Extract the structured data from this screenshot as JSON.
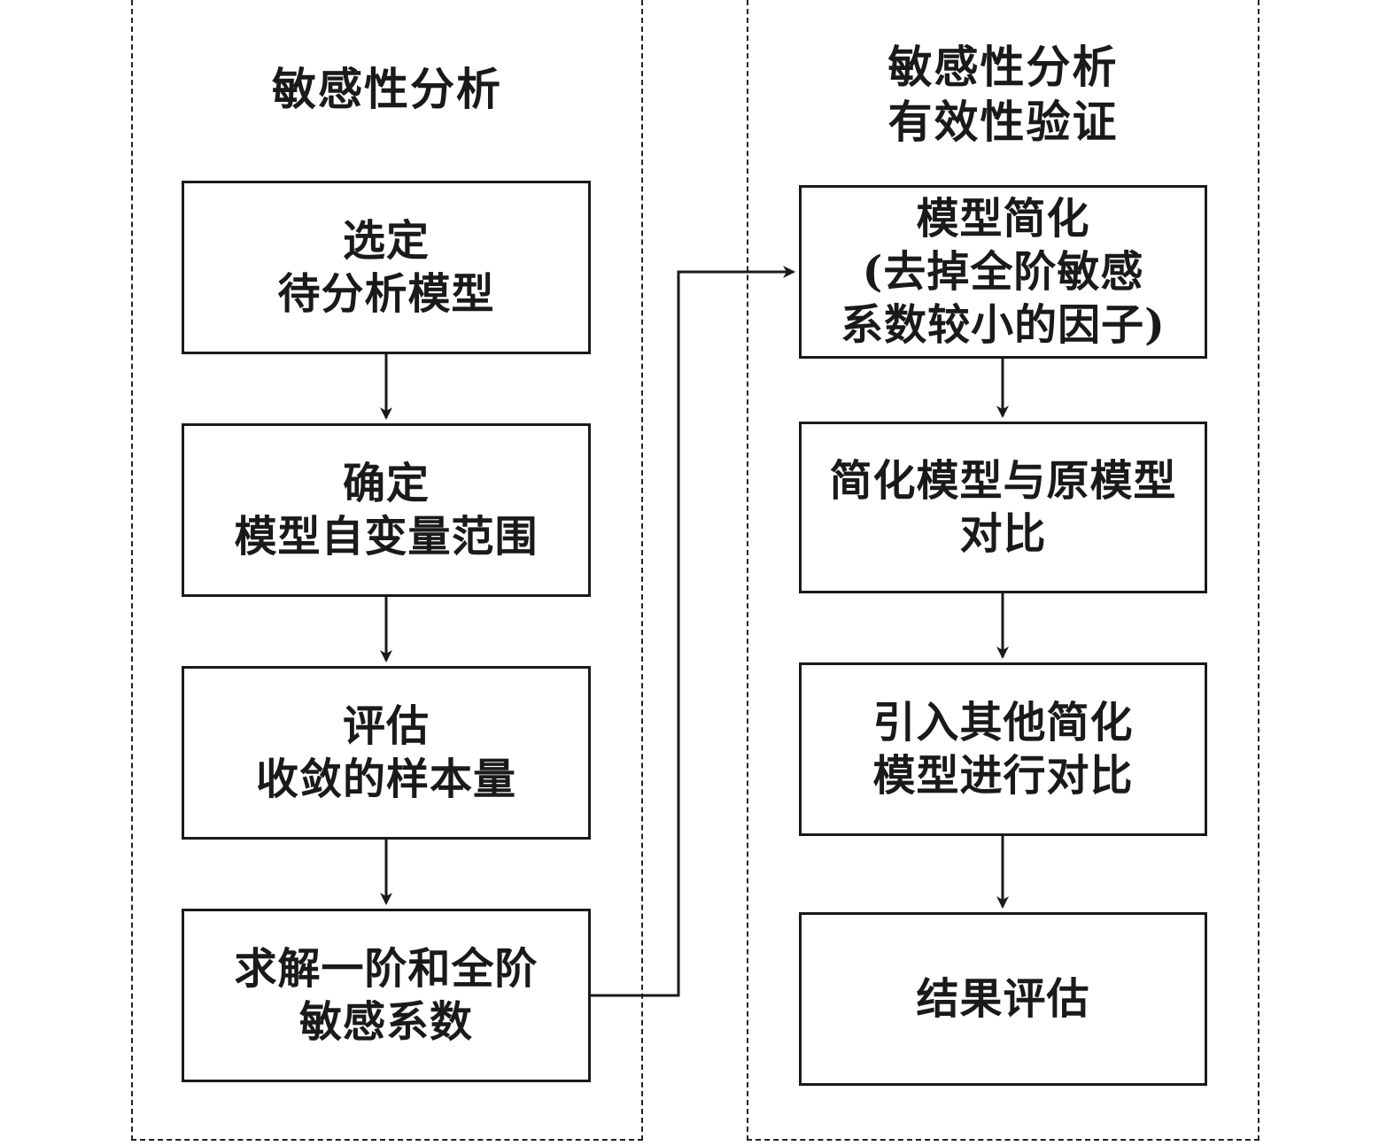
{
  "left_panel": {
    "title": "敏感性分析",
    "steps": [
      {
        "line1": "选定",
        "line2": "待分析模型"
      },
      {
        "line1": "确定",
        "line2": "模型自变量范围"
      },
      {
        "line1": "评估",
        "line2": "收敛的样本量"
      },
      {
        "line1": "求解一阶和全阶",
        "line2": "敏感系数"
      }
    ]
  },
  "right_panel": {
    "title_line1": "敏感性分析",
    "title_line2": "有效性验证",
    "steps": [
      {
        "line1": "模型简化",
        "line2": "(去掉全阶敏感",
        "line3": "系数较小的因子)"
      },
      {
        "line1": "简化模型与原模型",
        "line2": "对比"
      },
      {
        "line1": "引入其他简化",
        "line2": "模型进行对比"
      },
      {
        "line1": "结果评估"
      }
    ]
  }
}
